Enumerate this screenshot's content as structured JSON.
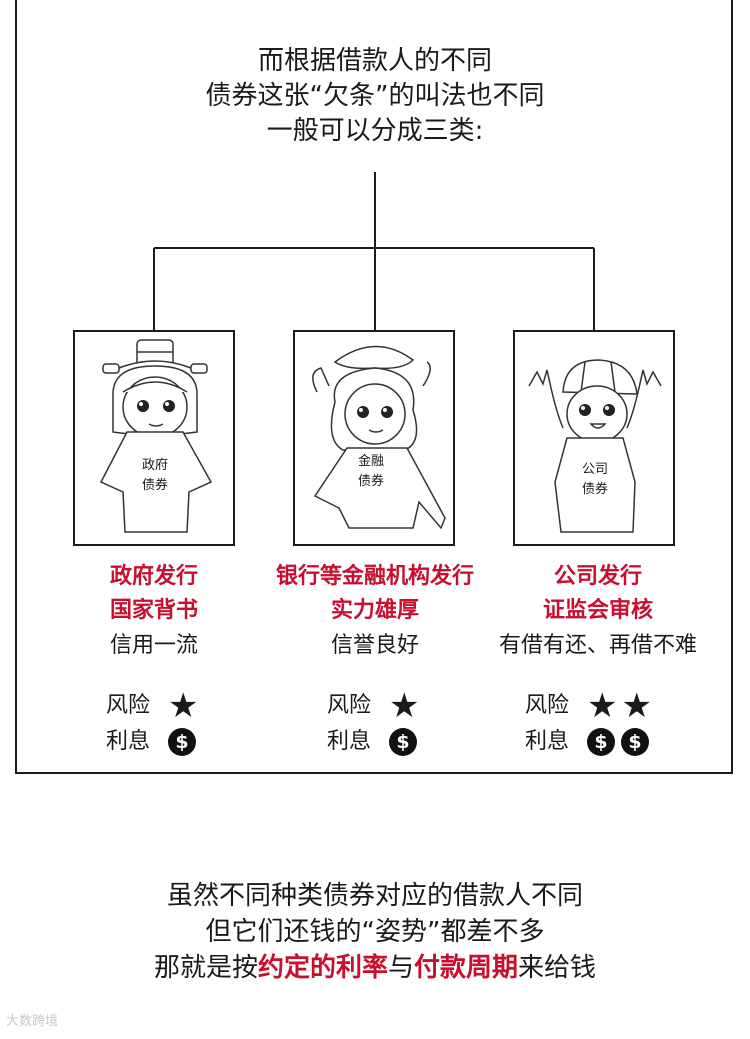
{
  "intro_lines": [
    "而根据借款人的不同",
    "债券这张“欠条”的叫法也不同",
    "一般可以分成三类:"
  ],
  "categories": [
    {
      "shirt": [
        "政府",
        "债券"
      ],
      "red_lines": [
        "政府发行",
        "国家背书"
      ],
      "plain_line": "信用一流",
      "risk_label": "风险",
      "risk_stars": 1,
      "interest_label": "利息",
      "interest_coins": 1
    },
    {
      "shirt": [
        "金融",
        "债券"
      ],
      "red_lines": [
        "银行等金融机构发行",
        "实力雄厚"
      ],
      "plain_line": "信誉良好",
      "risk_label": "风险",
      "risk_stars": 1,
      "interest_label": "利息",
      "interest_coins": 1
    },
    {
      "shirt": [
        "公司",
        "债券"
      ],
      "red_lines": [
        "公司发行",
        "证监会审核"
      ],
      "plain_line": "有借有还、再借不难",
      "risk_label": "风险",
      "risk_stars": 2,
      "interest_label": "利息",
      "interest_coins": 2
    }
  ],
  "icons": {
    "star": "star-icon",
    "coin": "dollar-coin-icon",
    "star_glyph": "★",
    "coin_glyph": "$"
  },
  "bottom": {
    "line1": "虽然不同种类债券对应的借款人不同",
    "line2": "但它们还钱的“姿势”都差不多",
    "line3_a": "那就是按",
    "line3_b": "约定的利率",
    "line3_c": "与",
    "line3_d": "付款周期",
    "line3_e": "来给钱"
  },
  "watermark": "大数跨境",
  "colors": {
    "accent_red": "#c8102e",
    "ink": "#1a1a1a"
  }
}
